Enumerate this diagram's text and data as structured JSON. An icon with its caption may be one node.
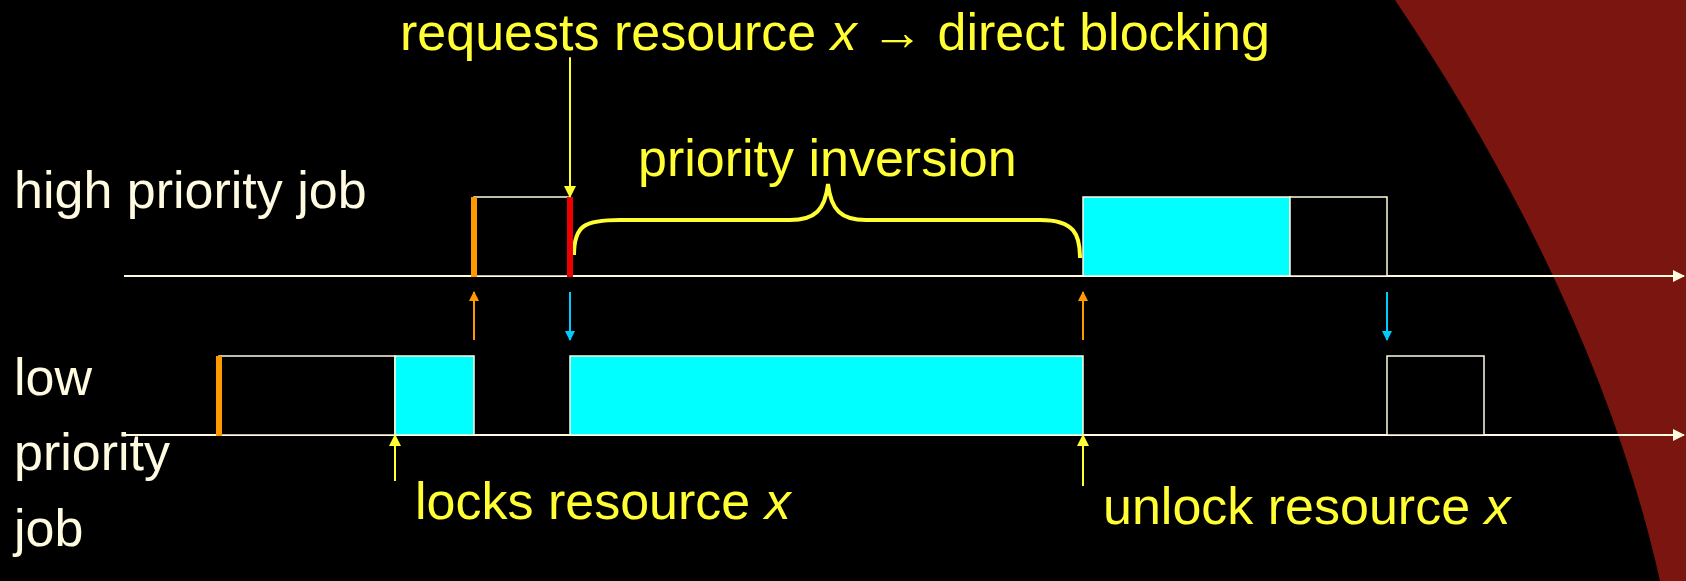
{
  "diagram": {
    "nodes": [
      {
        "text": [
          "requests resource *x* → direct blocking"
        ]
      },
      {
        "text": [
          "locks resource *x*"
        ]
      },
      {
        "text": [
          "unlock resource *x*"
        ]
      },
      {
        "text": [],
        "shape": "bar"
      },
      {
        "text": [],
        "shape": "bar"
      },
      {
        "text": [],
        "shape": "bar"
      },
      {
        "text": [],
        "shape": "bar"
      },
      {
        "text": [],
        "shape": "bar"
      },
      {
        "text": [],
        "shape": "bar"
      },
      {
        "text": [],
        "shape": "bar"
      }
    ],
    "edges": [
      {
        "from": 0,
        "to": 3,
        "arrow": "to"
      },
      {
        "from": 1,
        "to": 7,
        "arrow": "to"
      },
      {
        "from": 2,
        "to": 8,
        "arrow": "to"
      }
    ],
    "labels": [
      "priority inversion",
      "high priority job",
      "low priority job"
    ]
  }
}
